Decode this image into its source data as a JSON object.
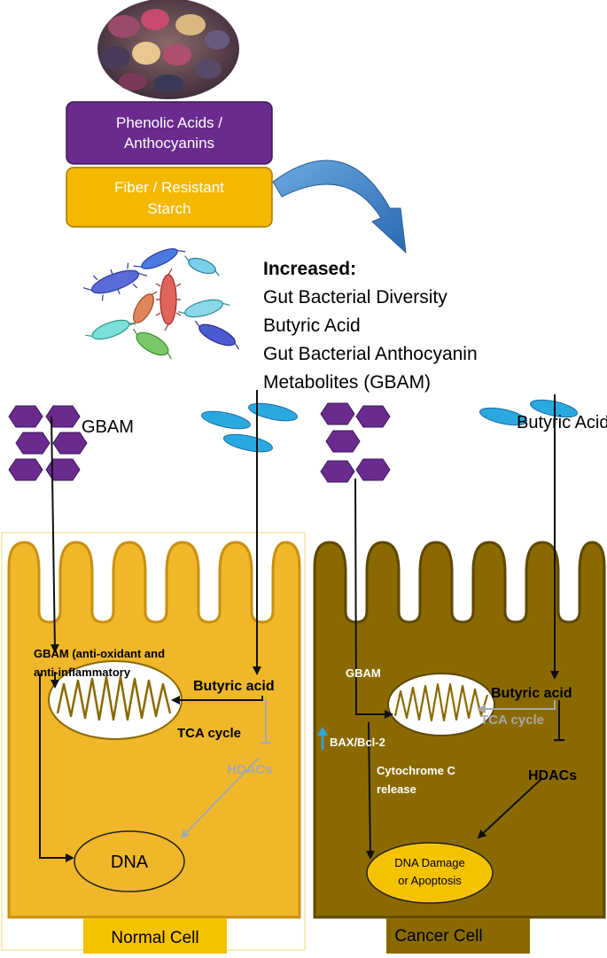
{
  "top": {
    "phenolic": {
      "line1": "Phenolic Acids /",
      "line2": "Anthocyanins"
    },
    "fiber": {
      "line1": "Fiber / Resistant",
      "line2": "Starch"
    }
  },
  "increased": {
    "heading": "Increased:",
    "items": [
      "Gut Bacterial Diversity",
      "Butyric Acid",
      "Gut Bacterial Anthocyanin",
      "Metabolites (GBAM)"
    ]
  },
  "left_panel": {
    "gbam_label": "GBAM",
    "gbam_desc_line1": "GBAM (anti-oxidant and",
    "gbam_desc_line2": "anti-inflammatory",
    "butyric": "Butyric acid",
    "tca": "TCA cycle",
    "hdacs": "HDACs",
    "dna": "DNA",
    "caption": "Normal Cell"
  },
  "right_panel": {
    "butyric_label": "Butyric Acid",
    "gbam": "GBAM",
    "bax": "BAX/Bcl-2",
    "cyto_line1": "Cytochrome C",
    "cyto_line2": "release",
    "butyric": "Butyric acid",
    "tca": "TCA cycle",
    "hdacs": "HDACs",
    "outcome_line1": "DNA Damage",
    "outcome_line2": "or Apoptosis",
    "caption": "Cancer Cell"
  },
  "colors": {
    "purple": "#6a2a8e",
    "orange": "#f5b800",
    "normal_cell": "#f0b72a",
    "normal_border": "#c98f0e",
    "cancer_cell": "#8a6a00",
    "cancer_border": "#5e4800",
    "blue": "#2aa9e0",
    "grey": "#a8a8a8"
  }
}
